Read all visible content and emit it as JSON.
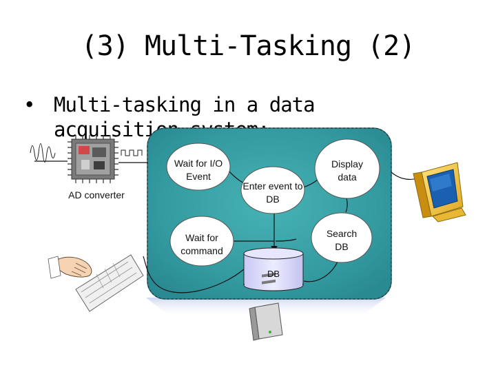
{
  "slide": {
    "title": "(3) Multi-Tasking (2)",
    "bullet_marker": "•",
    "bullet_text": "Multi-tasking in a data acquisition system:"
  },
  "diagram": {
    "ad_converter_label": "AD converter",
    "nodes": {
      "wait_io": "Wait for I/O Event",
      "enter_event": "Enter event to DB",
      "display": "Display data",
      "wait_command": "Wait for command",
      "search": "Search DB",
      "db": "DB"
    },
    "colors": {
      "panel": "#3aa0a6",
      "panel_dark": "#1f6f78",
      "ellipse": "#ffffff",
      "database": "#d9d9ff"
    },
    "icons": [
      "sine-wave-icon",
      "ad-converter-chip-icon",
      "pulse-train-icon",
      "monitor-icon",
      "keyboard-hand-icon",
      "server-tower-icon"
    ]
  }
}
